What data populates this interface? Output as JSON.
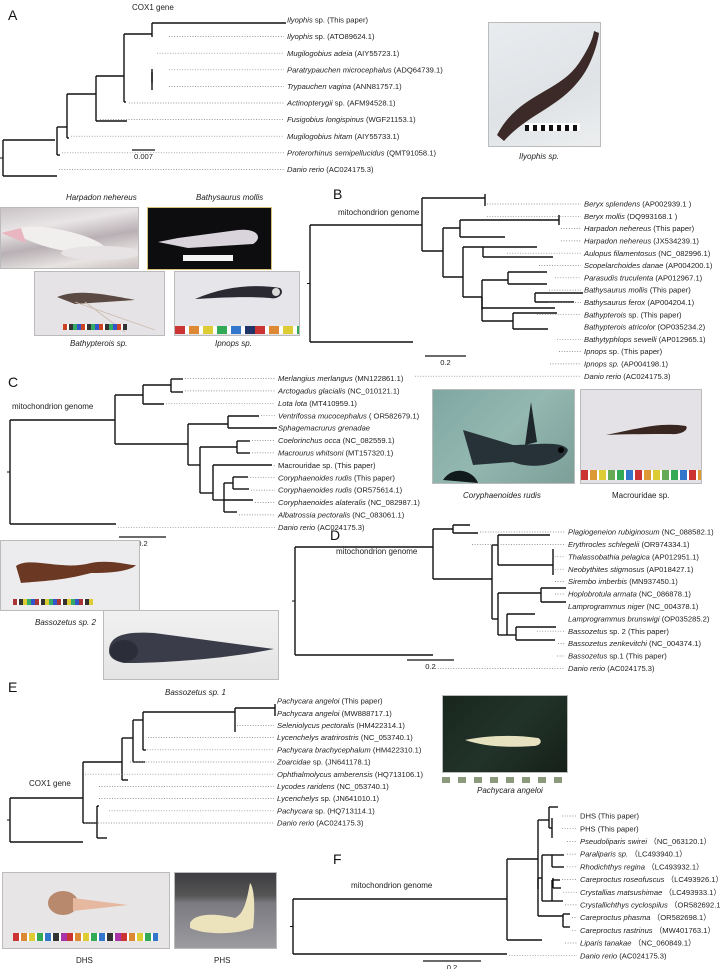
{
  "panels": {
    "A": {
      "letter": "A",
      "title": "COX1 gene",
      "scale": "0.007",
      "leaves": [
        {
          "name": "Ilyophis",
          "rest": " sp.  (This paper)"
        },
        {
          "name": "Ilyophis",
          "rest": " sp. (ATO89624.1)"
        },
        {
          "name": "Mugilogobius adeia",
          "rest": " (AIY55723.1)"
        },
        {
          "name": "Paratrypauchen microcephalus",
          "rest": " (ADQ64739.1)"
        },
        {
          "name": "Trypauchen vagina",
          "rest": " (ANN81757.1)"
        },
        {
          "name": "Actinopterygii",
          "rest": " sp. (AFM94528.1)"
        },
        {
          "name": "Fusigobius longispinus",
          "rest": " (WGF21153.1)"
        },
        {
          "name": "Mugilogobius hitam",
          "rest": " (AIY55733.1)"
        },
        {
          "name": "Proterorhinus semipellucidus",
          "rest": " (QMT91058.1)"
        },
        {
          "name": "Danio rerio",
          "rest": " (AC024175.3)"
        }
      ],
      "photos": [
        {
          "caption": "Ilyophis sp.",
          "italic": true
        }
      ]
    },
    "B": {
      "letter": "B",
      "title": "mitochondrion genome",
      "scale": "0.2",
      "leaves": [
        {
          "name": "Beryx splendens",
          "rest": " (AP002939.1 )"
        },
        {
          "name": "Beryx mollis",
          "rest": " (DQ993168.1 )"
        },
        {
          "name": "Harpadon nehereus",
          "rest": " (This paper)"
        },
        {
          "name": "Harpadon nehereus",
          "rest": " (JX534239.1)"
        },
        {
          "name": "Aulopus filamentosus",
          "rest": " (NC_082996.1)"
        },
        {
          "name": "Scopelarchoides danae",
          "rest": " (AP004200.1)"
        },
        {
          "name": "Parasudis truculenta",
          "rest": " (AP012967.1)"
        },
        {
          "name": "Bathysaurus mollis",
          "rest": " (This paper)"
        },
        {
          "name": "Bathysaurus ferox",
          "rest": " (AP004204.1)"
        },
        {
          "name": "Bathypterois",
          "rest": " sp. (This paper)"
        },
        {
          "name": "Bathypterois atricolor",
          "rest": " (OP035234.2)"
        },
        {
          "name": "Bathytyphlops sewelli",
          "rest": " (AP012965.1)"
        },
        {
          "name": "Ipnops",
          "rest": " sp. (This paper)"
        },
        {
          "name": "Ipnops sp.",
          "rest": " (AP004198.1)"
        },
        {
          "name": "Danio rerio",
          "rest": " (AC024175.3)"
        }
      ],
      "photos": [
        {
          "caption": "Harpadon nehereus",
          "italic": true
        },
        {
          "caption": "Bathysaurus mollis",
          "italic": true
        },
        {
          "caption": "Bathypterois sp.",
          "italic": true
        },
        {
          "caption": "Ipnops sp.",
          "italic": true
        }
      ]
    },
    "C": {
      "letter": "C",
      "title": "mitochondrion genome",
      "scale": "0.2",
      "leaves": [
        {
          "name": "Merlangius merlangus",
          "rest": " (MN122861.1)"
        },
        {
          "name": "Arctogadus glacialis",
          "rest": " (NC_010121.1)"
        },
        {
          "name": "Lota lota",
          "rest": " (MT410959.1)"
        },
        {
          "name": "Ventrifossa mucocephalus",
          "rest": " ( OR582679.1)"
        },
        {
          "name": "Sphagemacrurus grenadae",
          "rest": ""
        },
        {
          "name": "Coelorinchus occa",
          "rest": " (NC_082559.1)"
        },
        {
          "name": "Macrourus whitsoni",
          "rest": " (MT157320.1)"
        },
        {
          "name": "",
          "rest": "Macrouridae sp. (This paper)"
        },
        {
          "name": "Coryphaenoides rudis",
          "rest": " (This paper)"
        },
        {
          "name": "Coryphaenoides rudis",
          "rest": " (OR575614.1)"
        },
        {
          "name": "Coryphaenoides alateralis",
          "rest": " (NC_082987.1)"
        },
        {
          "name": "Albatrossia pectoralis",
          "rest": " (NC_083061.1)"
        },
        {
          "name": "Danio rerio",
          "rest": " (AC024175.3)"
        }
      ],
      "photos": [
        {
          "caption": "Coryphaenoides rudis",
          "italic": true
        },
        {
          "caption": "Macrouridae sp.",
          "italic": false
        }
      ]
    },
    "D": {
      "letter": "D",
      "title": "mitochondrion genome",
      "scale": "0.2",
      "leaves": [
        {
          "name": "Plagiogeneion rubiginosum",
          "rest": " (NC_088582.1)"
        },
        {
          "name": "Erythrocles schlegelii",
          "rest": " (OR974334.1)"
        },
        {
          "name": "Thalassobathia pelagica",
          "rest": " (AP012951.1)"
        },
        {
          "name": "Neobythites stigmosus",
          "rest": " (AP018427.1)"
        },
        {
          "name": "Sirembo imberbis",
          "rest": " (MN937450.1)"
        },
        {
          "name": "Hoplobrotula armata",
          "rest": " (NC_086878.1)"
        },
        {
          "name": "Lamprogrammus niger",
          "rest": " (NC_004378.1)"
        },
        {
          "name": "Lamprogrammus brunswigi",
          "rest": " (OP035285.2)"
        },
        {
          "name": "Bassozetus",
          "rest": " sp. 2  (This paper)"
        },
        {
          "name": "Bassozetus zenkevitchi",
          "rest": " (NC_004374.1)"
        },
        {
          "name": "Bassozetus",
          "rest": " sp.1  (This paper)"
        },
        {
          "name": "Danio rerio",
          "rest": " (AC024175.3)"
        }
      ],
      "photos": [
        {
          "caption": "Bassozetus sp. 2",
          "italic": true
        },
        {
          "caption": "Bassozetus sp. 1",
          "italic": true
        }
      ]
    },
    "E": {
      "letter": "E",
      "title": "COX1 gene",
      "scale": "0.04",
      "leaves": [
        {
          "name": "Pachycara angeloi",
          "rest": " (This paper)"
        },
        {
          "name": "Pachycara angeloi",
          "rest": " (MW888717.1)"
        },
        {
          "name": "Seleniolycus pectoralis",
          "rest": " (HM422314.1)"
        },
        {
          "name": "Lycenchelys aratrirostris",
          "rest": " (NC_053740.1)"
        },
        {
          "name": "Pachycara brachycephalum",
          "rest": " (HM422310.1)"
        },
        {
          "name": "Zoarcidae",
          "rest": " sp. (JN641178.1)"
        },
        {
          "name": "Ophthalmolycus amberensis",
          "rest": " (HQ713106.1)"
        },
        {
          "name": "Lycodes raridens",
          "rest": " (NC_053740.1)"
        },
        {
          "name": "Lycenchelys",
          "rest": " sp. (JN641010.1)"
        },
        {
          "name": "Pachycara",
          "rest": " sp. (HQ713114.1)"
        },
        {
          "name": "Danio rerio",
          "rest": " (AC024175.3)"
        }
      ],
      "photos": [
        {
          "caption": "Pachycara angeloi",
          "italic": true
        },
        {
          "caption": "DHS",
          "italic": false
        },
        {
          "caption": "PHS",
          "italic": false
        }
      ]
    },
    "F": {
      "letter": "F",
      "title": "mitochondrion genome",
      "scale": "0.2",
      "leaves": [
        {
          "name": "",
          "rest": "DHS (This paper)"
        },
        {
          "name": "",
          "rest": "PHS (This paper)"
        },
        {
          "name": "Pseudoliparis swirei",
          "rest": " （NC_063120.1）"
        },
        {
          "name": "Paraliparis sp.",
          "rest": " （LC493940.1）"
        },
        {
          "name": "Rhodichthys regina",
          "rest": " （LC493932.1）"
        },
        {
          "name": "Careproctus roseofuscus",
          "rest": " （LC493926.1）"
        },
        {
          "name": "Crystallias matsushimae",
          "rest": " （LC493933.1）"
        },
        {
          "name": "Crystallichthys cyclospilus",
          "rest": " （OR582692.1）"
        },
        {
          "name": "Careproctus phasma",
          "rest": " （OR582698.1）"
        },
        {
          "name": "Careproctus rastrinus",
          "rest": " （MW401763.1）"
        },
        {
          "name": "Liparis tanakae",
          "rest": " （NC_060849.1）"
        },
        {
          "name": "Danio rerio",
          "rest": " (AC024175.3)"
        }
      ]
    }
  }
}
